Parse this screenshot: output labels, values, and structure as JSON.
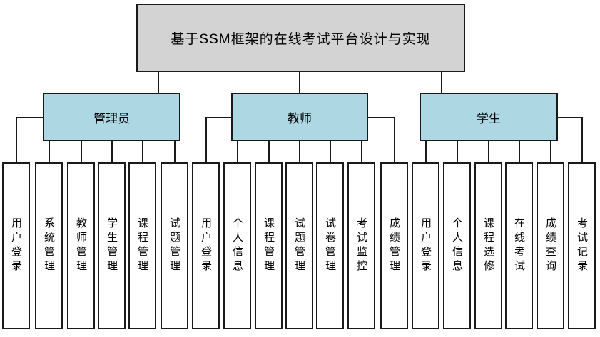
{
  "title": "基于SSM框架的在线考试平台设计与实现",
  "diagram_type": "hierarchy-tree",
  "groups": [
    {
      "label": "管理员",
      "children": [
        "用户登录",
        "系统管理",
        "教师管理",
        "学生管理",
        "课程管理",
        "试题管理"
      ]
    },
    {
      "label": "教师",
      "children": [
        "用户登录",
        "个人信息",
        "课程管理",
        "试题管理",
        "试卷管理",
        "考试监控",
        "成绩管理"
      ]
    },
    {
      "label": "学生",
      "children": [
        "用户登录",
        "个人信息",
        "课程选修",
        "在线考试",
        "成绩查询",
        "考试记录"
      ]
    }
  ],
  "colors": {
    "title_fill": "#d3d3d3",
    "group_fill": "#aed7e4",
    "leaf_fill": "#ffffff",
    "line_color": "#1a1a1a"
  }
}
